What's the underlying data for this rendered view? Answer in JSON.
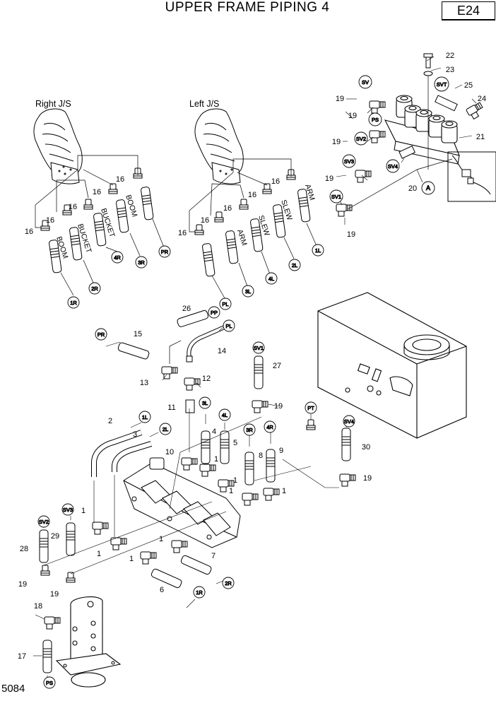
{
  "title": "UPPER FRAME PIPING 4",
  "page_code": "E24",
  "page_number": "5084",
  "labels": {
    "right_js": "Right J/S",
    "left_js": "Left J/S",
    "boom": "BOOM",
    "bucket": "BUCKET",
    "arm": "ARM",
    "slew": "SLEW"
  },
  "ports": {
    "r1": "1R",
    "r2": "2R",
    "r3": "3R",
    "r4": "4R",
    "l1": "1L",
    "l2": "2L",
    "l3": "3L",
    "l4": "4L",
    "pr": "PR",
    "pl": "PL",
    "pp": "PP",
    "pt": "PT",
    "ps": "PS",
    "sv": "SV",
    "svt": "SVT",
    "sv1": "SV1",
    "sv2": "SV2",
    "sv3": "SV3",
    "sv4": "SV4",
    "a": "A"
  },
  "parts": {
    "p1": "1",
    "p2": "2",
    "p3": "3",
    "p4": "4",
    "p5": "5",
    "p6": "6",
    "p7": "7",
    "p8": "8",
    "p9": "9",
    "p10": "10",
    "p11": "11",
    "p12": "12",
    "p13": "13",
    "p14": "14",
    "p15": "15",
    "p16": "16",
    "p17": "17",
    "p18": "18",
    "p19": "19",
    "p20": "20",
    "p21": "21",
    "p22": "22",
    "p23": "23",
    "p24": "24",
    "p25": "25",
    "p26": "26",
    "p27": "27",
    "p28": "28",
    "p29": "29",
    "p30": "30"
  }
}
